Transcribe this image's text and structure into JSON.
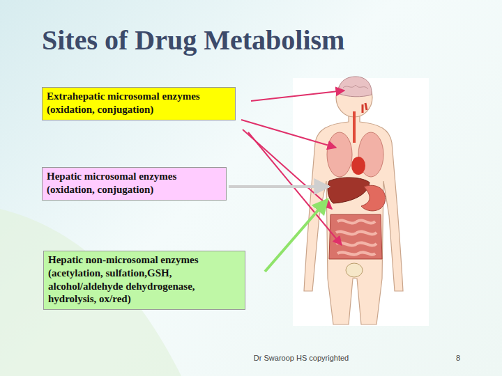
{
  "diagram": {
    "title": "Sites of Drug Metabolism",
    "nodes": [
      {
        "text": [
          "Extrahepatic microsomal enzymes (oxidation, conjugation)"
        ]
      },
      {
        "text": [
          "Hepatic microsomal enzymes (oxidation, conjugation)"
        ]
      },
      {
        "text": [
          "Hepatic non-microsomal enzymes (acetylation, sulfation,GSH, alcohol/aldehyde dehydrogenase, hydrolysis, ox/red)"
        ]
      }
    ],
    "labels": [
      "Dr Swaroop HS copyrighted",
      "8"
    ]
  }
}
